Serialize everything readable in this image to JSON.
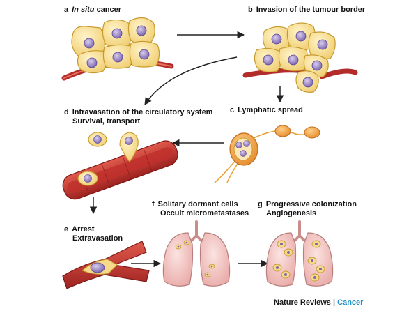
{
  "panels": {
    "a": {
      "letter": "a",
      "title_italic": "In situ",
      "title_rest": " cancer"
    },
    "b": {
      "letter": "b",
      "title": "Invasion of the tumour border"
    },
    "c": {
      "letter": "c",
      "title": "Lymphatic spread"
    },
    "d": {
      "letter": "d",
      "title": "Intravasation of the circulatory system",
      "subtitle": "Survival, transport"
    },
    "e": {
      "letter": "e",
      "title": "Arrest",
      "subtitle": "Extravasation"
    },
    "f": {
      "letter": "f",
      "title": "Solitary dormant cells",
      "subtitle": "Occult micrometastases"
    },
    "g": {
      "letter": "g",
      "title": "Progressive colonization",
      "subtitle": "Angiogenesis"
    }
  },
  "credit": {
    "journal": "Nature Reviews",
    "separator": " | ",
    "section": "Cancer"
  },
  "colors": {
    "cell_fill": "#f6d98a",
    "cell_stroke": "#c79a2e",
    "nucleus_fill": "#9a86c4",
    "vessel_red": "#c8322e",
    "vessel_dark": "#8e1d1c",
    "lymph_orange": "#f0a64a",
    "lung_pink": "#f2c4c2",
    "lung_stroke": "#b77e7e",
    "credit_journal": "#1a1a1a",
    "credit_section": "#1e8fc0"
  }
}
